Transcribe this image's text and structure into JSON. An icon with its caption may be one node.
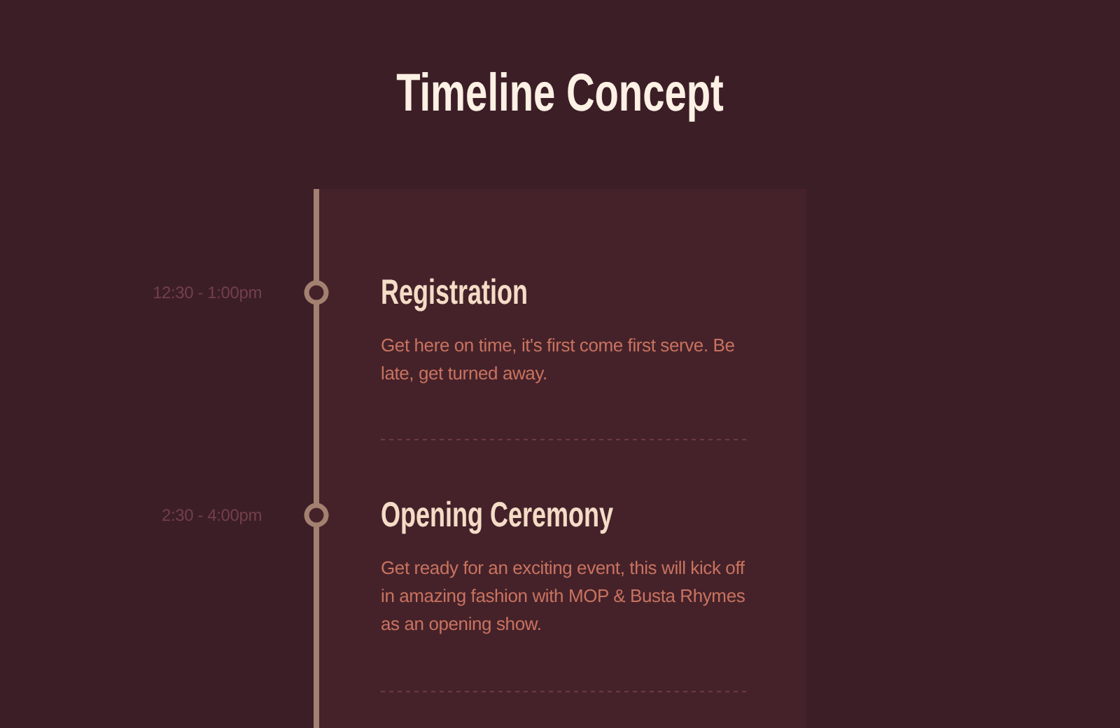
{
  "diagram": {
    "title": "Timeline Concept",
    "nodes": [
      {
        "text": [
          "Registration",
          "Get here on time, it's first come first serve. Be late, get turned away."
        ]
      },
      {
        "text": [
          "Opening Ceremony",
          "Get ready for an exciting event, this will kick off in amazing fashion with MOP & Busta Rhymes as an opening show."
        ]
      }
    ],
    "labels": [
      "12:30 - 1:00pm",
      "2:30 - 4:00pm"
    ]
  }
}
